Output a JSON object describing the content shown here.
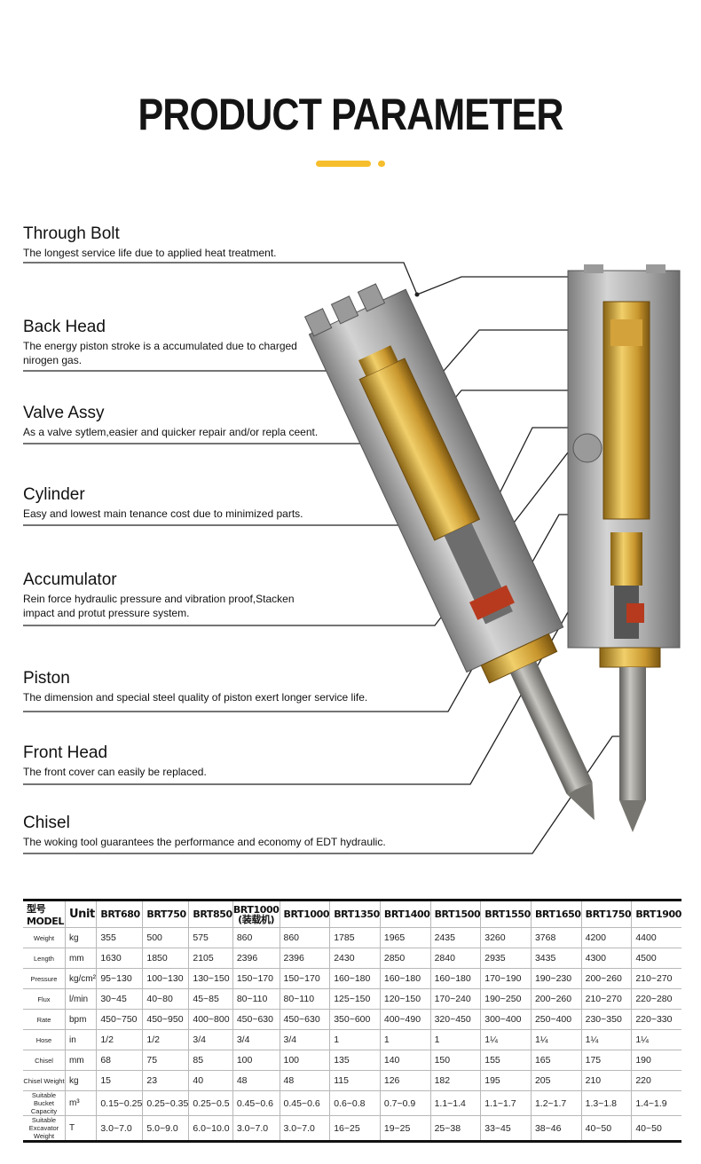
{
  "header": {
    "title": "PRODUCT PARAMETER"
  },
  "parts": [
    {
      "title": "Through Bolt",
      "desc": [
        "The longest service life due to applied heat treatment."
      ]
    },
    {
      "title": "Back Head",
      "desc": [
        "The energy piston stroke is a accumulated due to charged",
        "nirogen gas."
      ]
    },
    {
      "title": "Valve Assy",
      "desc": [
        "As a valve sytlem,easier and quicker repair and/or repla ceent."
      ]
    },
    {
      "title": "Cylinder",
      "desc": [
        "Easy and lowest main tenance cost due to minimized parts."
      ]
    },
    {
      "title": "Accumulator",
      "desc": [
        "Rein force hydraulic pressure and vibration proof,Stacken",
        "impact and protut pressure system."
      ]
    },
    {
      "title": "Piston",
      "desc": [
        "The dimension and special steel quality of piston exert longer service life."
      ]
    },
    {
      "title": "Front Head",
      "desc": [
        "The front cover can easily be replaced."
      ]
    },
    {
      "title": "Chisel",
      "desc": [
        "The woking tool guarantees the performance and economy of EDT hydraulic."
      ]
    }
  ],
  "table": {
    "model_header": "型号MODEL",
    "unit_header": "Unit",
    "models": [
      "BRT680",
      "BRT750",
      "BRT850",
      "BRT1000",
      "BRT1000",
      "BRT1350",
      "BRT1400",
      "BRT1500",
      "BRT1550",
      "BRT1650",
      "BRT1750",
      "BRT1900"
    ],
    "model_note": "(装载机)",
    "rows": [
      {
        "label": [
          "Weight"
        ],
        "unit": "kg",
        "values": [
          "355",
          "500",
          "575",
          "860",
          "860",
          "1785",
          "1965",
          "2435",
          "3260",
          "3768",
          "4200",
          "4400"
        ]
      },
      {
        "label": [
          "Length"
        ],
        "unit": "mm",
        "values": [
          "1630",
          "1850",
          "2105",
          "2396",
          "2396",
          "2430",
          "2850",
          "2840",
          "2935",
          "3435",
          "4300",
          "4500"
        ]
      },
      {
        "label": [
          "Pressure"
        ],
        "unit": "kg/cm²",
        "values": [
          "95~130",
          "100~130",
          "130~150",
          "150~170",
          "150~170",
          "160~180",
          "160~180",
          "160~180",
          "170~190",
          "190~230",
          "200~260",
          "210~270"
        ]
      },
      {
        "label": [
          "Flux"
        ],
        "unit": "l/min",
        "values": [
          "30~45",
          "40~80",
          "45~85",
          "80~110",
          "80~110",
          "125~150",
          "120~150",
          "170~240",
          "190~250",
          "200~260",
          "210~270",
          "220~280"
        ]
      },
      {
        "label": [
          "Rate"
        ],
        "unit": "bpm",
        "values": [
          "450~750",
          "450~950",
          "400~800",
          "450~630",
          "450~630",
          "350~600",
          "400~490",
          "320~450",
          "300~400",
          "250~400",
          "230~350",
          "220~330"
        ]
      },
      {
        "label": [
          "Hose"
        ],
        "unit": "in",
        "values": [
          "1/2",
          "1/2",
          "3/4",
          "3/4",
          "3/4",
          "1",
          "1",
          "1",
          "1¼",
          "1¼",
          "1¼",
          "1¼"
        ]
      },
      {
        "label": [
          "Chisel"
        ],
        "unit": "mm",
        "values": [
          "68",
          "75",
          "85",
          "100",
          "100",
          "135",
          "140",
          "150",
          "155",
          "165",
          "175",
          "190"
        ]
      },
      {
        "label": [
          "Chisel Weight"
        ],
        "unit": "kg",
        "values": [
          "15",
          "23",
          "40",
          "48",
          "48",
          "115",
          "126",
          "182",
          "195",
          "205",
          "210",
          "220"
        ]
      },
      {
        "label": [
          "Suitable Bucket",
          "Capacity"
        ],
        "unit": "m³",
        "values": [
          "0.15~0.25",
          "0.25~0.35",
          "0.25~0.5",
          "0.45~0.6",
          "0.45~0.6",
          "0.6~0.8",
          "0.7~0.9",
          "1.1~1.4",
          "1.1~1.7",
          "1.2~1.7",
          "1.3~1.8",
          "1.4~1.9"
        ]
      },
      {
        "label": [
          "Suitable Excavator",
          "Weight"
        ],
        "unit": "T",
        "values": [
          "3.0~7.0",
          "5.0~9.0",
          "6.0~10.0",
          "3.0~7.0",
          "3.0~7.0",
          "16~25",
          "19~25",
          "25~38",
          "33~45",
          "38~46",
          "40~50",
          "40~50"
        ]
      }
    ]
  },
  "colors": {
    "accent": "#f6be2c",
    "steel": "#a8a8a8",
    "brass": "#d6a73a",
    "chisel": "#8c8a86"
  }
}
